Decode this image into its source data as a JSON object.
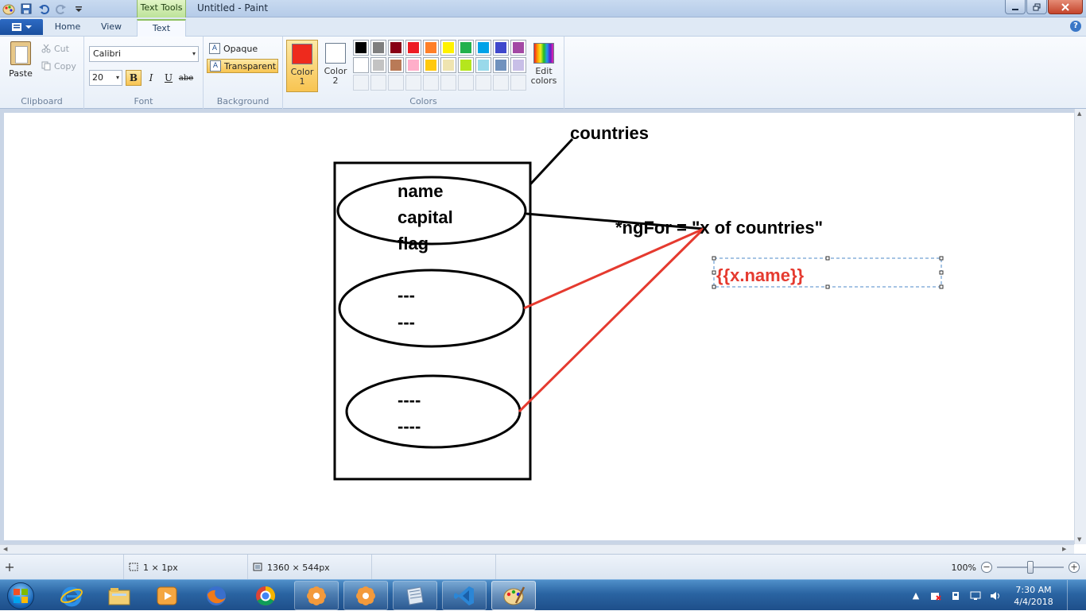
{
  "window": {
    "contextual_tab": "Text Tools",
    "title": "Untitled - Paint",
    "help": "?"
  },
  "tabs": [
    "Home",
    "View",
    "Text"
  ],
  "ribbon": {
    "clipboard": {
      "label": "Clipboard",
      "paste": "Paste",
      "cut": "Cut",
      "copy": "Copy"
    },
    "font": {
      "label": "Font",
      "family": "Calibri",
      "size": "20",
      "bold": "B",
      "italic": "I",
      "underline": "U",
      "strikethrough": "abe"
    },
    "background": {
      "label": "Background",
      "opaque": "Opaque",
      "transparent": "Transparent"
    },
    "colors": {
      "label": "Colors",
      "color1": "Color\n1",
      "color1_value": "#ee2a1d",
      "color2": "Color\n2",
      "color2_value": "#ffffff",
      "edit_colors": "Edit\ncolors",
      "palette_row1": [
        "#000000",
        "#7f7f7f",
        "#880015",
        "#ed1c24",
        "#ff7f27",
        "#fff200",
        "#22b14c",
        "#00a2e8",
        "#3f48cc",
        "#a349a4"
      ],
      "palette_row2": [
        "#ffffff",
        "#c3c3c3",
        "#b97a57",
        "#ffaec9",
        "#ffc90e",
        "#efe4b0",
        "#b5e61d",
        "#99d9ea",
        "#7092be",
        "#c8bfe7"
      ]
    }
  },
  "drawing": {
    "label_countries": "countries",
    "item1": [
      "name",
      "capital",
      "flag"
    ],
    "item2": [
      "---",
      "---"
    ],
    "item3": [
      "----",
      "----"
    ],
    "ngfor": "*ngFor = \"x of countries\"",
    "textbox": "{{x.name}}",
    "stroke_color": "#000000",
    "accent_color": "#e53a2f"
  },
  "status": {
    "selection_size": "1 × 1px",
    "canvas_size": "1360 × 544px",
    "zoom": "100%",
    "zoom_level_percent": 100
  },
  "taskbar": {
    "apps": [
      "internet-explorer",
      "file-explorer",
      "media-player",
      "firefox",
      "chrome",
      "app-flower-1",
      "app-flower-2",
      "notebook",
      "vscode",
      "paint"
    ],
    "clock_time": "7:30 AM",
    "clock_date": "4/4/2018"
  }
}
